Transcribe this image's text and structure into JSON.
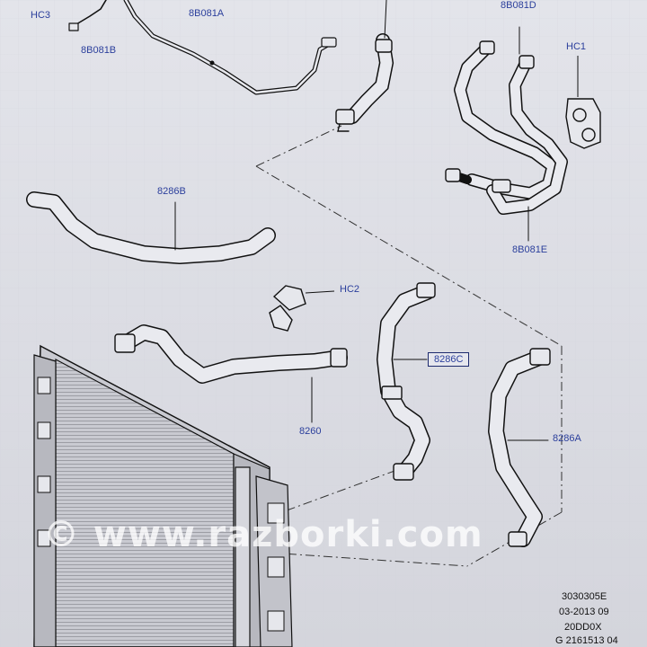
{
  "labels": {
    "hc3": "HC3",
    "b081b": "8B081B",
    "b081a": "8B081A",
    "b081d": "8B081D",
    "hc1": "HC1",
    "p8286b": "8286B",
    "b081e": "8B081E",
    "hc2": "HC2",
    "p8286c": "8286C",
    "p8260": "8260",
    "p8286a": "8286A"
  },
  "watermark": "© www.razborki.com",
  "footer": {
    "line1": "3030305E",
    "line2": "03-2013 09",
    "line3": "20DD0X",
    "line4": "G 2161513 04"
  },
  "colors": {
    "label_text": "#2b3f9c",
    "line": "#111111",
    "highlight_box": "#1d2a6e",
    "background": "#dcdde3"
  }
}
